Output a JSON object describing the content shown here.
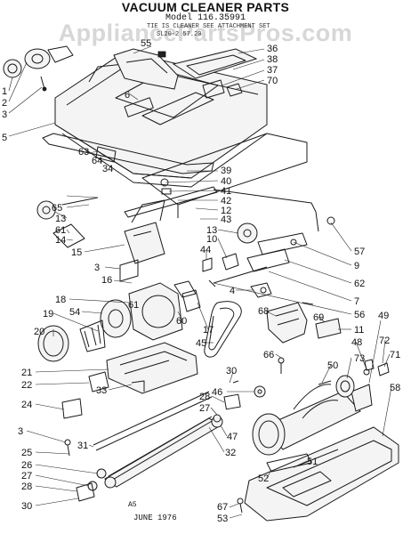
{
  "header": {
    "title": "VACUUM CLEANER PARTS",
    "model": "Model 116.35991",
    "subtitle_1": "TIE IS CLEANER   SEE   ATTACHMENT SET",
    "subtitle_2": "SL20-2   57.20"
  },
  "watermark": "AppliancePartsPros.com",
  "footer": {
    "date": "JUNE 1976",
    "code": "A5"
  },
  "callouts": [
    "1",
    "2",
    "3",
    "5",
    "55",
    "6",
    "36",
    "38",
    "37",
    "70",
    "63",
    "64",
    "34",
    "39",
    "40",
    "41",
    "42",
    "12",
    "43",
    "65",
    "13",
    "61",
    "14",
    "15",
    "3",
    "16",
    "13",
    "10",
    "44",
    "57",
    "9",
    "62",
    "7",
    "56",
    "18",
    "54",
    "19",
    "61",
    "60",
    "17",
    "4",
    "68",
    "69",
    "20",
    "45",
    "11",
    "49",
    "21",
    "22",
    "24",
    "33",
    "46",
    "30",
    "66",
    "48",
    "72",
    "71",
    "73",
    "50",
    "28",
    "27",
    "47",
    "3",
    "25",
    "31",
    "26",
    "27",
    "28",
    "32",
    "58",
    "51",
    "52",
    "30",
    "67",
    "53"
  ]
}
